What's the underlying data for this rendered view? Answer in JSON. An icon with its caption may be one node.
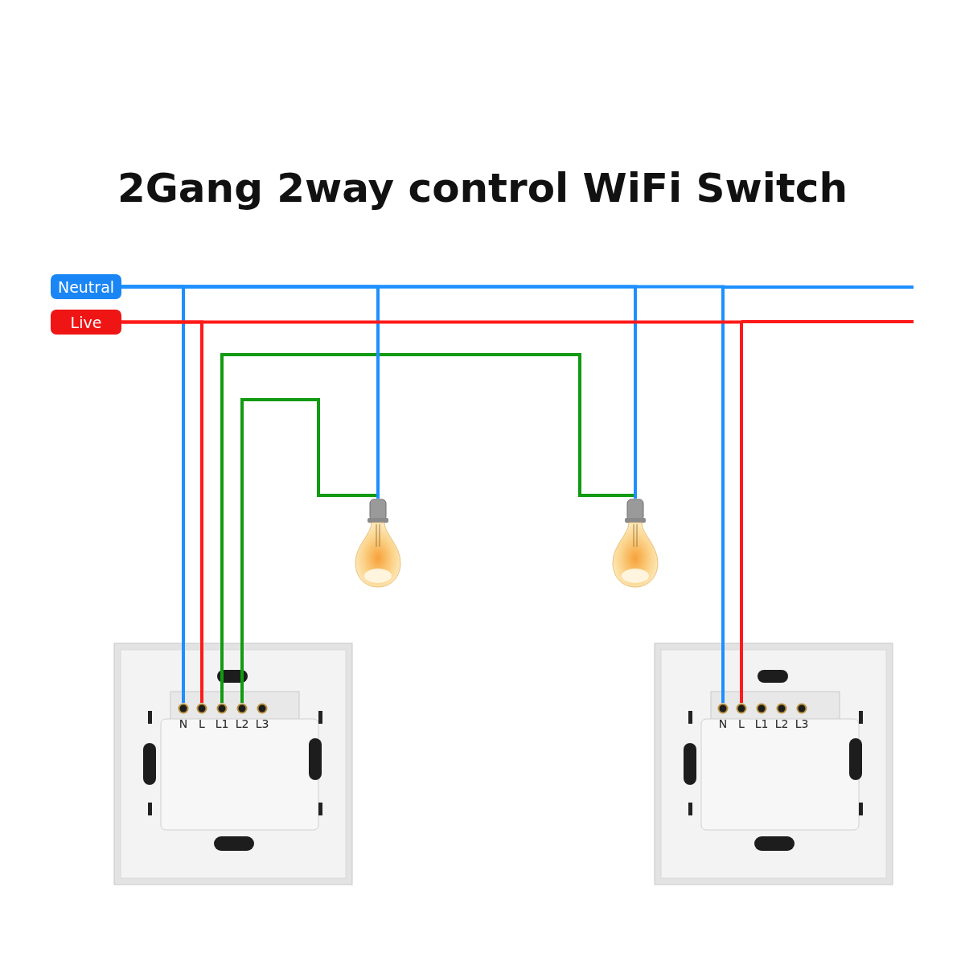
{
  "diagram": {
    "title": "2Gang 2way control WiFi Switch",
    "nodes": [
      {
        "text": [
          "Neutral"
        ]
      },
      {
        "text": [
          "Live"
        ]
      },
      {
        "text": [],
        "shape": "picture"
      },
      {
        "text": [],
        "shape": "picture"
      },
      {
        "text": [],
        "shape": "picture"
      },
      {
        "text": [
          "N"
        ],
        "in": 4
      },
      {
        "text": [
          "L"
        ],
        "in": 4
      },
      {
        "text": [
          "L1"
        ],
        "in": 4
      },
      {
        "text": [
          "L2"
        ],
        "in": 4
      },
      {
        "text": [
          "L3"
        ],
        "in": 4
      },
      {
        "text": [],
        "shape": "picture"
      },
      {
        "text": [
          "N"
        ],
        "in": 10
      },
      {
        "text": [
          "L"
        ],
        "in": 10
      },
      {
        "text": [
          "L1"
        ],
        "in": 10
      },
      {
        "text": [
          "L2"
        ],
        "in": 10
      },
      {
        "text": [
          "L3"
        ],
        "in": 10
      }
    ],
    "edges": [
      {
        "from": 0,
        "to": 5,
        "arrow": "none",
        "color": "#1e8fff"
      },
      {
        "from": 1,
        "to": 6,
        "arrow": "none",
        "color": "#ff1a1a"
      },
      {
        "from": 7,
        "to": 3,
        "arrow": "none",
        "color": "#129a12"
      },
      {
        "from": 8,
        "to": 2,
        "arrow": "none",
        "color": "#129a12"
      },
      {
        "from": 0,
        "to": 2,
        "arrow": "none",
        "color": "#1e8fff"
      },
      {
        "from": 0,
        "to": 3,
        "arrow": "none",
        "color": "#1e8fff"
      },
      {
        "from": 0,
        "to": 11,
        "arrow": "none",
        "color": "#1e8fff"
      },
      {
        "from": 1,
        "to": 12,
        "arrow": "none",
        "color": "#ff1a1a"
      }
    ]
  }
}
